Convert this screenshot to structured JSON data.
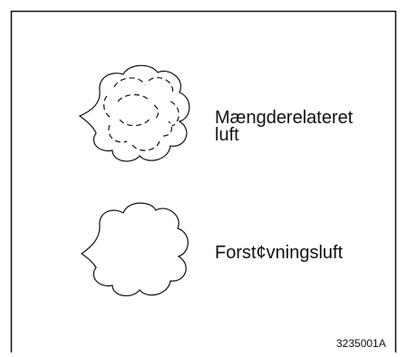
{
  "diagram": {
    "items": [
      {
        "icon": "dashed-spray-cloud-icon",
        "label_line1": "Mængderelateret",
        "label_line2": "luft"
      },
      {
        "icon": "spray-cloud-icon",
        "label_line1": "Forst¢vningsluft"
      }
    ],
    "figure_id": "3235001A",
    "colors": {
      "stroke": "#111111",
      "background": "#ffffff"
    }
  }
}
